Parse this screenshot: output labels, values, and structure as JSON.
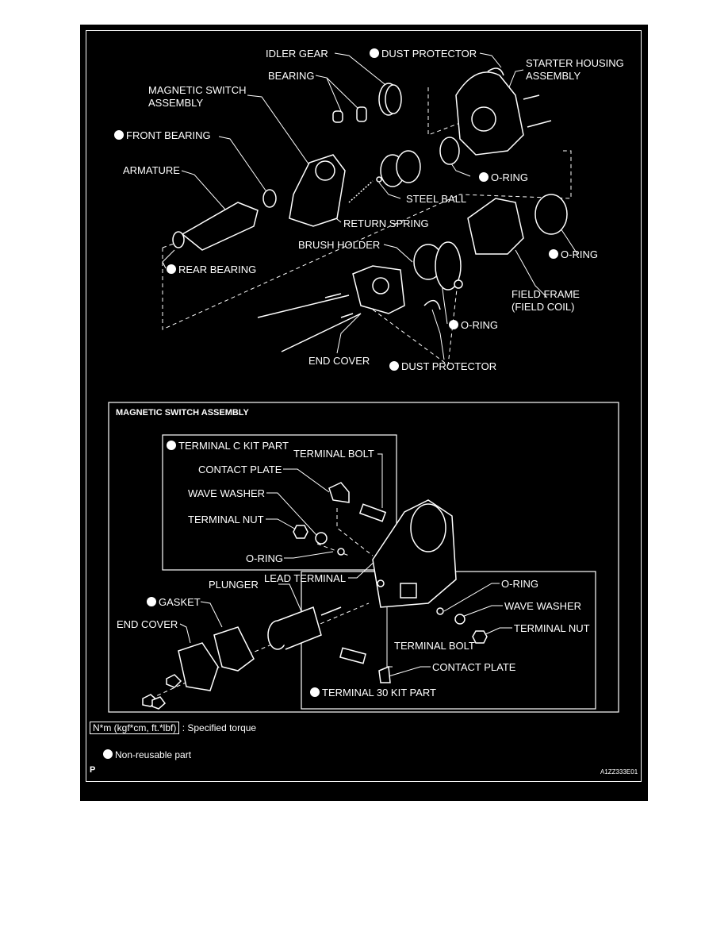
{
  "upper": {
    "idler_gear": "IDLER GEAR",
    "dust_protector_top": "DUST PROTECTOR",
    "starter_housing": [
      "STARTER HOUSING",
      "ASSEMBLY"
    ],
    "bearing": "BEARING",
    "magnetic_switch": [
      "MAGNETIC SWITCH",
      "ASSEMBLY"
    ],
    "front_bearing": "FRONT BEARING",
    "armature": "ARMATURE",
    "o_ring_1": "O-RING",
    "steel_ball": "STEEL BALL",
    "return_spring": "RETURN SPRING",
    "brush_holder": "BRUSH HOLDER",
    "o_ring_2": "O-RING",
    "rear_bearing": "REAR BEARING",
    "field_frame": [
      "FIELD FRAME",
      "(FIELD COIL)"
    ],
    "o_ring_3": "O-RING",
    "end_cover": "END COVER",
    "dust_protector_bottom": "DUST PROTECTOR"
  },
  "lower": {
    "title": "MAGNETIC SWITCH ASSEMBLY",
    "terminal_c_kit": "TERMINAL C KIT PART",
    "terminal_bolt_top": "TERMINAL BOLT",
    "contact_plate_top": "CONTACT PLATE",
    "wave_washer_left": "WAVE WASHER",
    "terminal_nut_left": "TERMINAL NUT",
    "o_ring_left": "O-RING",
    "lead_terminal": "LEAD TERMINAL",
    "plunger": "PLUNGER",
    "gasket": "GASKET",
    "end_cover": "END COVER",
    "o_ring_right": "O-RING",
    "wave_washer_right": "WAVE WASHER",
    "terminal_nut_right": "TERMINAL NUT",
    "terminal_bolt_bottom": "TERMINAL BOLT",
    "contact_plate_bottom": "CONTACT PLATE",
    "terminal_30_kit": "TERMINAL 30 KIT PART"
  },
  "legend": {
    "torque_box": "N*m (kgf*cm, ft.*lbf)",
    "torque_text": ": Specified torque",
    "non_reusable": "Non-reusable part"
  },
  "footer": {
    "page_marker": "P",
    "figure_code": "A1ZZ333E01"
  }
}
